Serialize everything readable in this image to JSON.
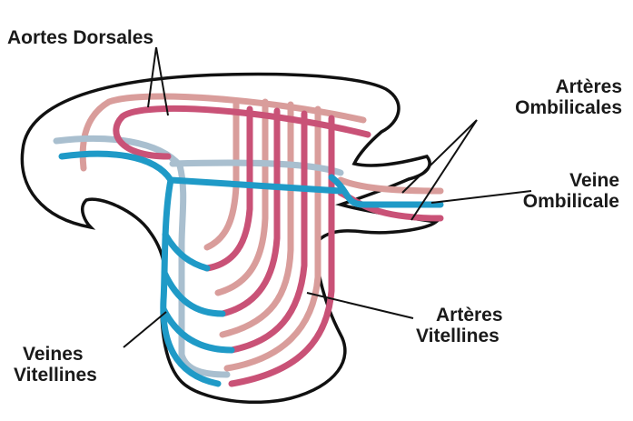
{
  "labels": {
    "aortes_dorsales": "Aortes Dorsales",
    "arteres_ombilicales": [
      "Artères",
      "Ombilicales"
    ],
    "veine_ombilicale": [
      "Veine",
      "Ombilicale"
    ],
    "arteres_vitellines": [
      "Artères",
      "Vitellines"
    ],
    "veines_vitellines": [
      "Veines",
      "Vitellines"
    ]
  },
  "colors": {
    "artery_dark": "#c95277",
    "artery_light": "#d99d9b",
    "vein_dark": "#1f9ac7",
    "vein_light": "#a9bfcf",
    "outline": "#111111"
  }
}
